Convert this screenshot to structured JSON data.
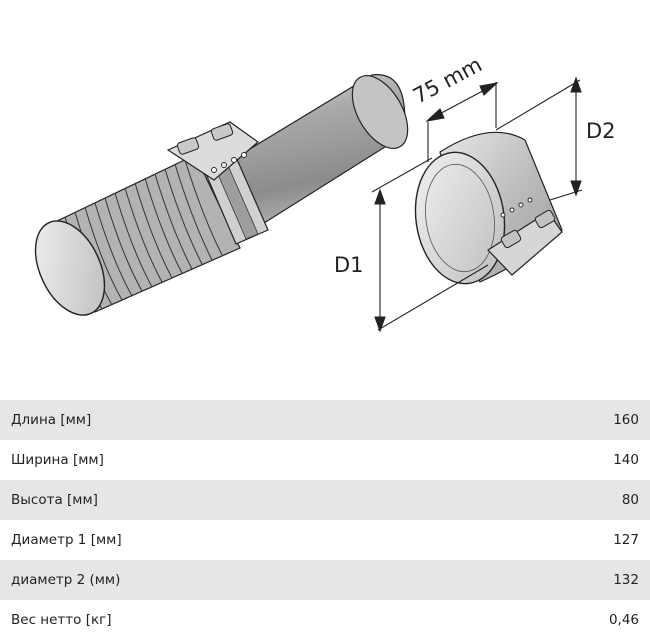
{
  "drawing": {
    "dim_width": "75 mm",
    "dim_d1": "D1",
    "dim_d2": "D2"
  },
  "specs": [
    {
      "label": "Длина [мм]",
      "value": "160"
    },
    {
      "label": "Ширина [мм]",
      "value": "140"
    },
    {
      "label": "Высота [мм]",
      "value": "80"
    },
    {
      "label": "Диаметр 1 [мм]",
      "value": "127"
    },
    {
      "label": "диаметр 2 (мм)",
      "value": "132"
    },
    {
      "label": "Вес нетто [кг]",
      "value": "0,46"
    }
  ]
}
